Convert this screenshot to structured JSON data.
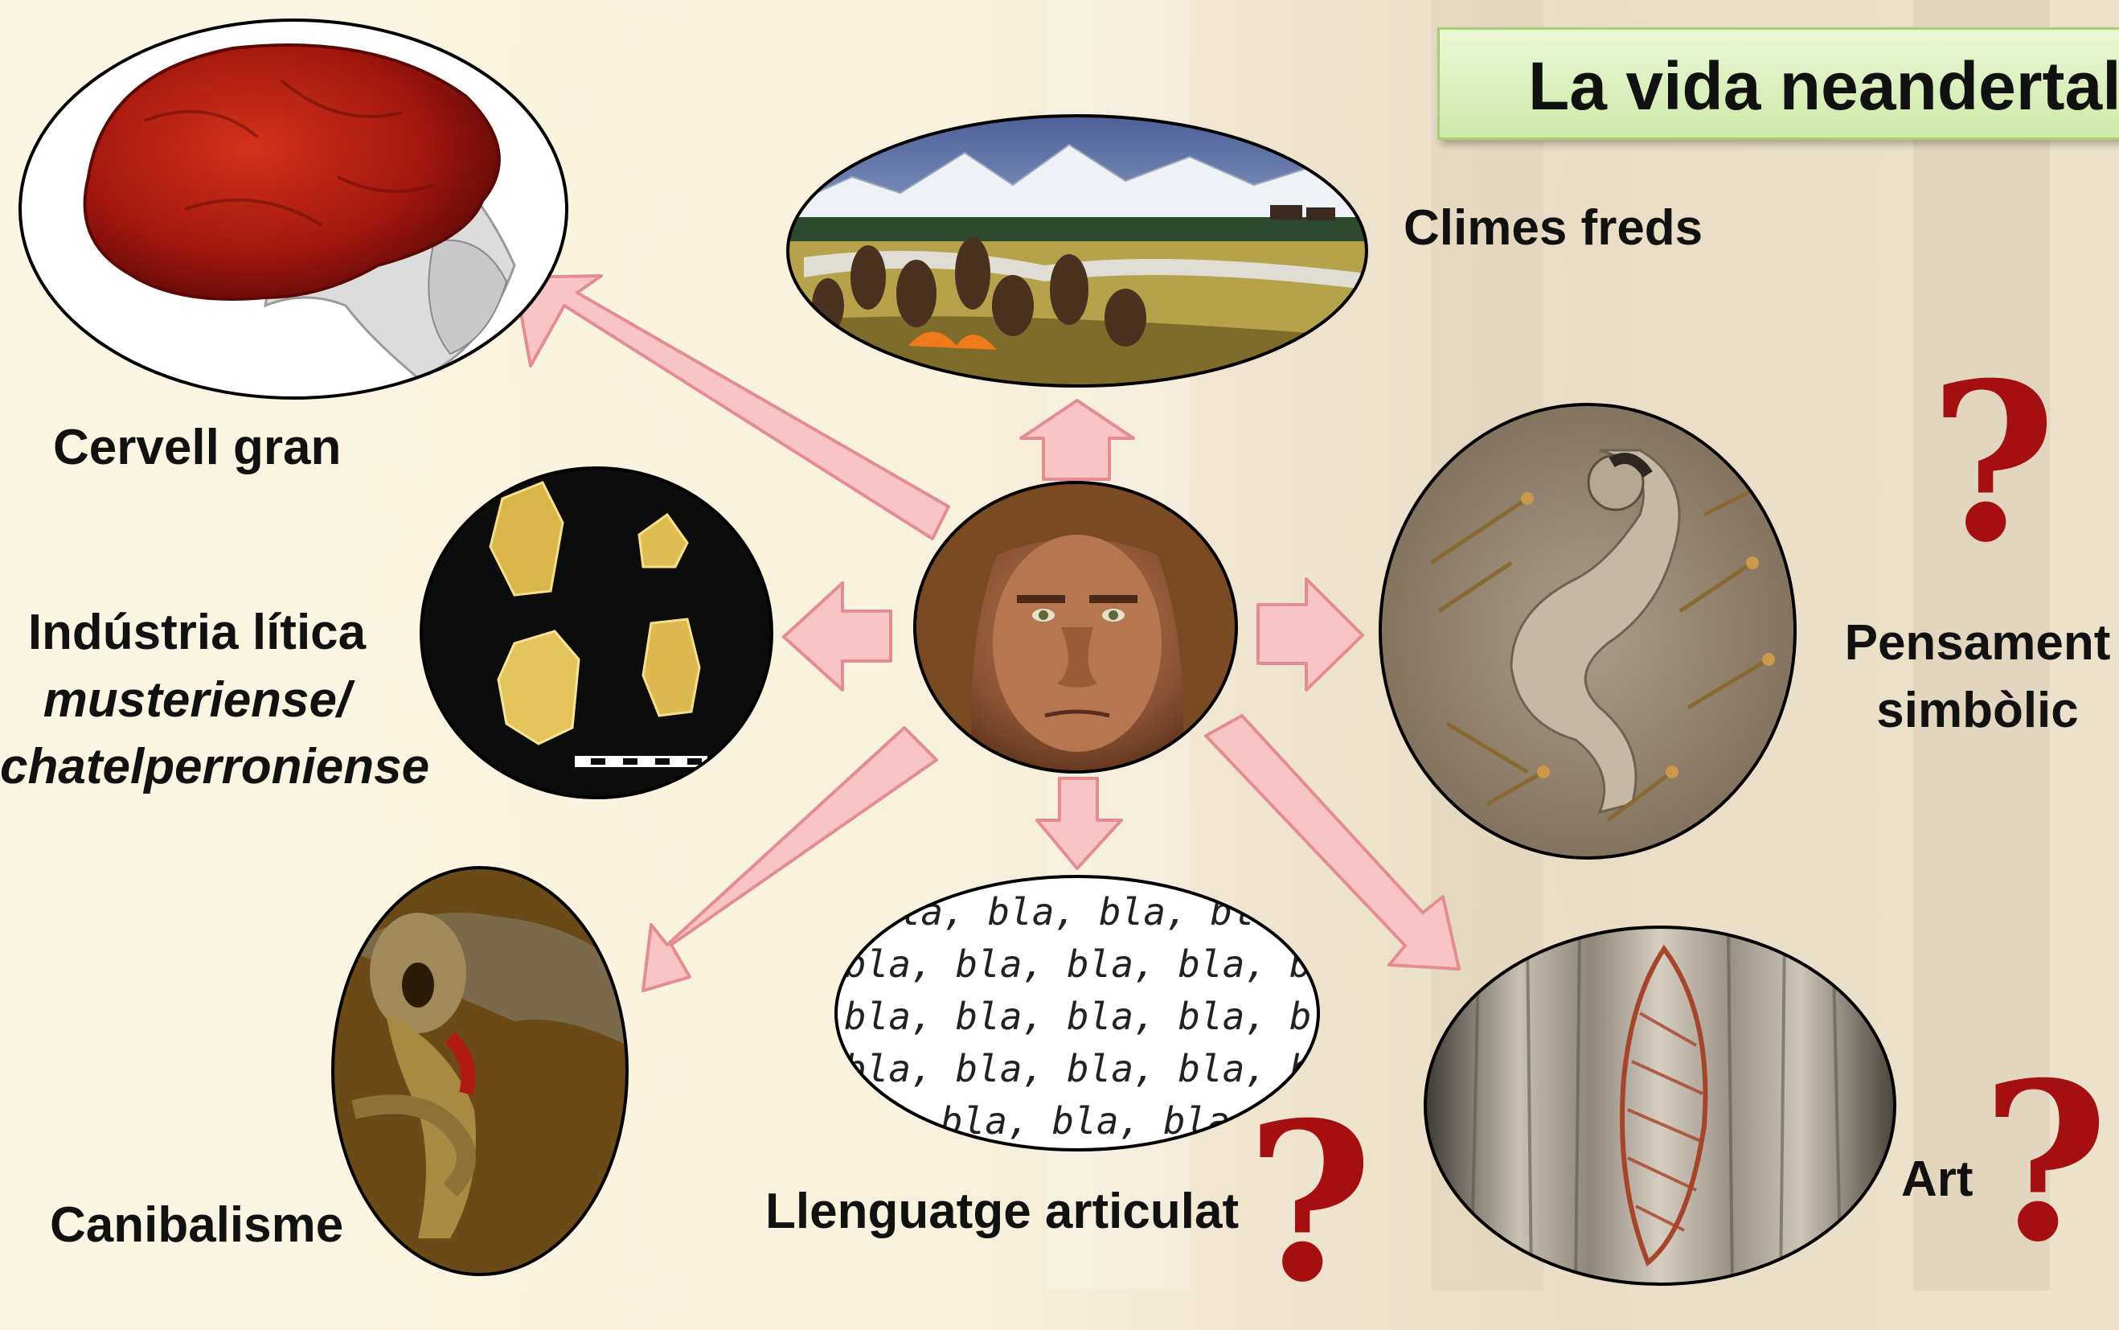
{
  "title": "La vida neandertal",
  "labels": {
    "brain": "Cervell gran",
    "climate": "Climes freds",
    "tools_line1": "Indústria lítica",
    "tools_line2": "musteriense/",
    "tools_line3": "chatelperroniense",
    "symbolic_line1": "Pensament",
    "symbolic_line2": "simbòlic",
    "cannibalism": "Canibalisme",
    "language": "Llenguatge articulat",
    "art": "Art"
  },
  "question_mark": "?",
  "bla_word": "bla",
  "colors": {
    "arrow_fill": "#f9c4c6",
    "arrow_stroke": "#e48c90",
    "question": "#a50f10",
    "title_bg": "#cfe9a8"
  }
}
